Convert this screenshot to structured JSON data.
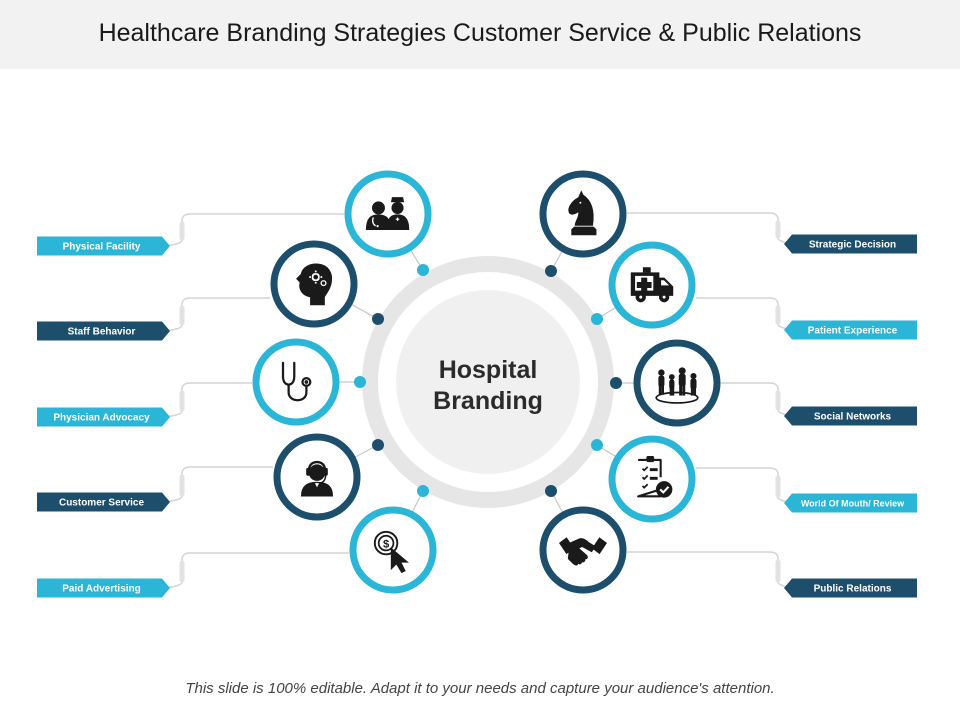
{
  "slide": {
    "title": "Healthcare Branding Strategies Customer Service & Public Relations",
    "footer": "This slide is 100% editable. Adapt it to your needs and capture your audience's attention."
  },
  "center": {
    "line1": "Hospital",
    "line2": "Branding"
  },
  "colors": {
    "light": "#2bb5d7",
    "dark": "#1d4f6d",
    "ring": "#e6e6e6",
    "connector": "#c8c8c8"
  },
  "left_items": [
    {
      "label": "Physical Facility",
      "icon": "doctors-icon",
      "tone": "light"
    },
    {
      "label": "Staff Behavior",
      "icon": "head-gears-icon",
      "tone": "dark"
    },
    {
      "label": "Physician Advocacy",
      "icon": "stethoscope-icon",
      "tone": "light"
    },
    {
      "label": "Customer Service",
      "icon": "support-agent-icon",
      "tone": "dark"
    },
    {
      "label": "Paid Advertising",
      "icon": "dollar-click-icon",
      "tone": "light"
    }
  ],
  "right_items": [
    {
      "label": "Strategic Decision",
      "icon": "chess-knight-icon",
      "tone": "dark"
    },
    {
      "label": "Patient Experience",
      "icon": "ambulance-icon",
      "tone": "light"
    },
    {
      "label": "Social Networks",
      "icon": "people-network-icon",
      "tone": "dark"
    },
    {
      "label": "World Of Mouth/ Review",
      "icon": "checklist-icon",
      "tone": "light"
    },
    {
      "label": "Public Relations",
      "icon": "handshake-icon",
      "tone": "dark"
    }
  ]
}
